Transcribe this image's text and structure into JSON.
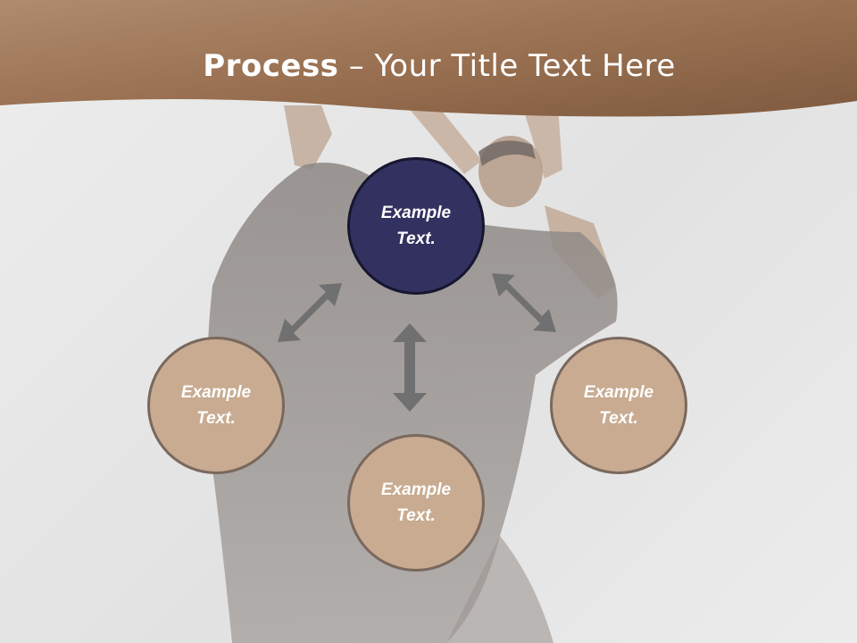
{
  "slide": {
    "title_bold": "Process",
    "title_rest": " – Your Title Text Here"
  },
  "diagram": {
    "nodes": [
      {
        "id": "top",
        "line1": "Example",
        "line2": "Text."
      },
      {
        "id": "left",
        "line1": "Example",
        "line2": "Text."
      },
      {
        "id": "bottom",
        "line1": "Example",
        "line2": "Text."
      },
      {
        "id": "right",
        "line1": "Example",
        "line2": "Text."
      }
    ]
  },
  "colors": {
    "banner": "#9b7255",
    "center_node": "#33315f",
    "outer_node": "#c8ab91",
    "arrow": "#707070"
  }
}
